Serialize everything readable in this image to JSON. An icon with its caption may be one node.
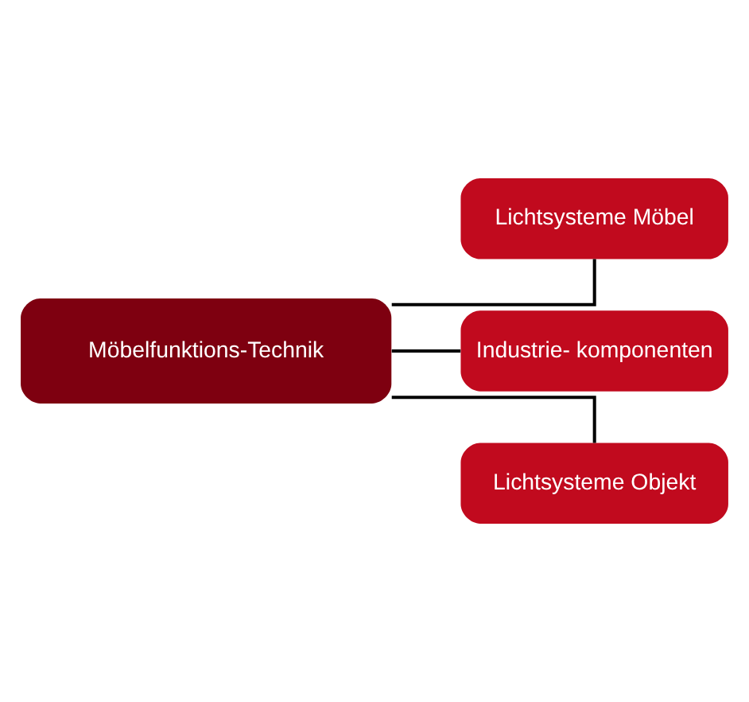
{
  "diagram": {
    "nodes": [
      {
        "text": [
          "Möbelfunktions-Technik"
        ]
      },
      {
        "text": [
          "Lichtsysteme Möbel"
        ]
      },
      {
        "text": [
          "Industrie- komponenten"
        ]
      },
      {
        "text": [
          "Lichtsysteme Objekt"
        ]
      }
    ],
    "edges": [
      {
        "from": 0,
        "to": 1,
        "arrow": "none"
      },
      {
        "from": 0,
        "to": 2,
        "arrow": "none"
      },
      {
        "from": 0,
        "to": 3,
        "arrow": "none"
      }
    ]
  }
}
